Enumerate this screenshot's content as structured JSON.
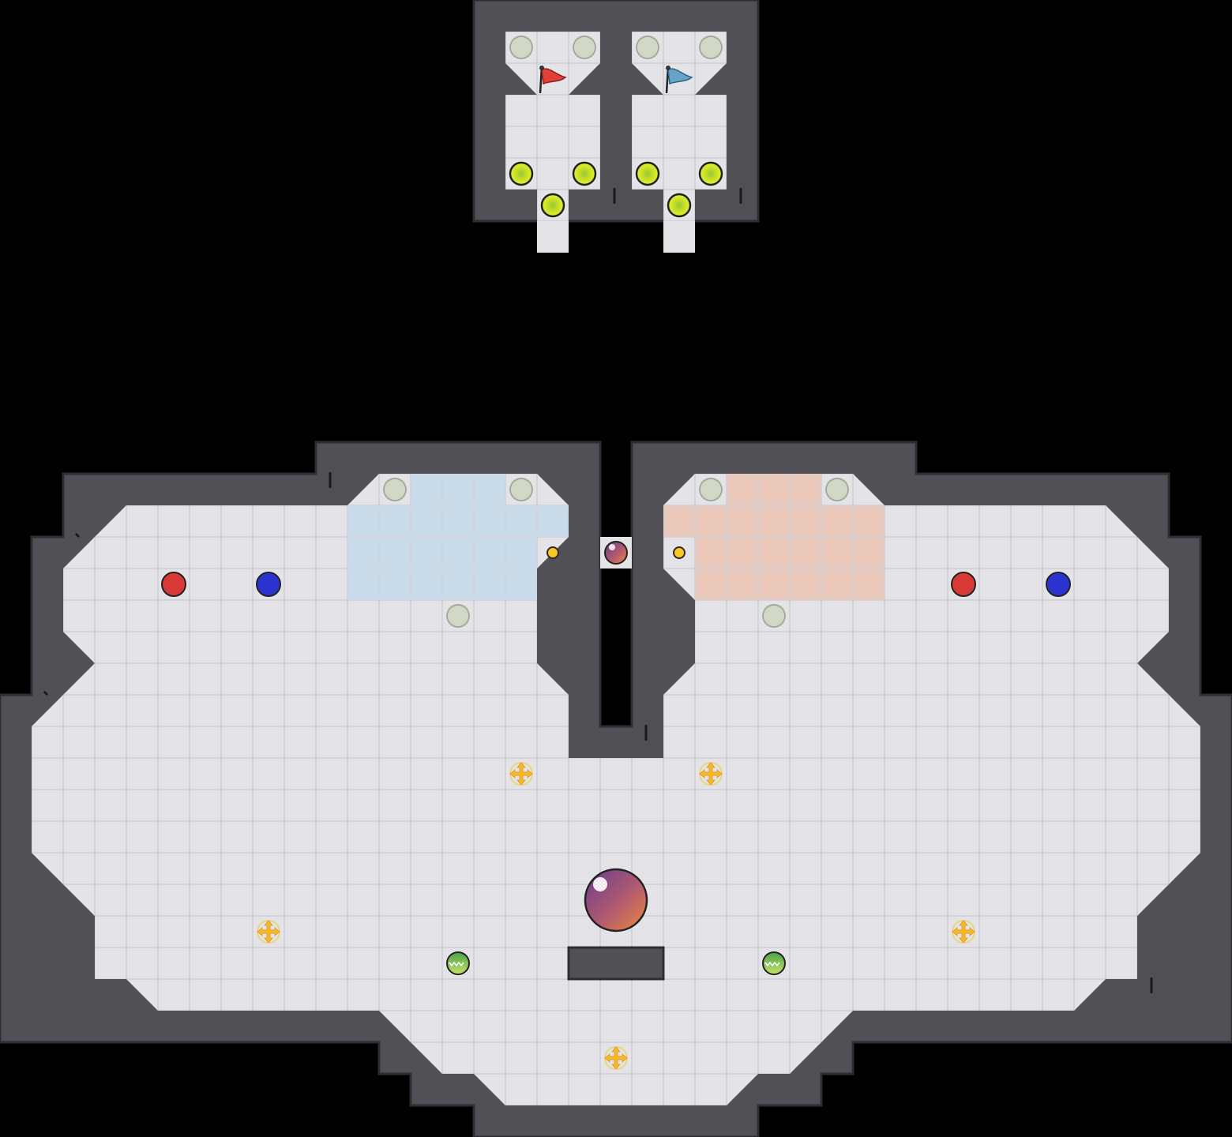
{
  "game": {
    "type": "capture-the-flag top-down arena",
    "colors": {
      "background": "#000000",
      "wall": "#505056",
      "floor": "#e4e4e8",
      "red_team": "#d93a36",
      "blue_team": "#2b33d0",
      "red_zone": "#ecc8ba",
      "blue_zone": "#c7dbea",
      "boost": "#e6ec2a",
      "speed_pad": "#f3b72f",
      "ball": "#8a4a7a"
    }
  },
  "flags": [
    {
      "team": "red",
      "icon": "red-flag-icon"
    },
    {
      "team": "blue",
      "icon": "blue-flag-icon"
    }
  ],
  "players": [
    {
      "team": "red",
      "icon": "red-player-ball"
    },
    {
      "team": "blue",
      "icon": "blue-player-ball"
    },
    {
      "team": "red",
      "icon": "red-player-ball"
    },
    {
      "team": "blue",
      "icon": "blue-player-ball"
    }
  ],
  "items": {
    "main_ball": {
      "icon": "ball-icon"
    },
    "mini_ball": {
      "icon": "mini-ball-icon"
    },
    "speed_pads": {
      "icon": "speed-pad-icon",
      "count": 5
    },
    "boosts": {
      "icon": "boost-icon",
      "count": 6
    },
    "spikes": {
      "icon": "spike-icon",
      "count": 2
    }
  }
}
